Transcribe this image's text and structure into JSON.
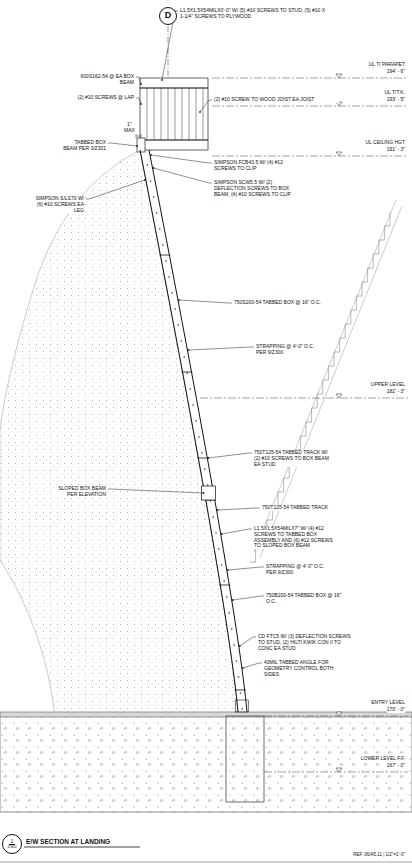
{
  "diagram": {
    "title": "E/W SECTION AT LANDING",
    "nodes": [
      {
        "text": [
          "D"
        ]
      },
      {
        "text": [
          "1",
          "Z300"
        ]
      }
    ],
    "labels": [
      "L1.5X1.5X54MILX0'-0\" W/ (5) #10 SCREWS TO STUD, (5) #10 X 1-1/4\" SCREWS TO PLYWOOD",
      "UL T/ PARAPET",
      "194' - 6\"",
      "UL T/T.K.",
      "193' - 5\"",
      "UL CEILING HGT",
      "191' - 3\"",
      "600S162-54 @ EA BOX BEAM",
      "(2) #10 SCREWS @ LAP",
      "(2) #10 SCREW TO WOOD JOIST EA JOIST",
      "1\"",
      "MAX",
      "TABBED BOX BEAM PER 3/Z301",
      "SIMPSON S/LS70 W/ (6) #10 SCREWS EA LEG",
      "SIMPSON FCB43.5 W/ (4) #12 SCREWS TO CLIP",
      "SIMPSON SCW5.5 W/ (2) DEFLECTION SCREWS TO BOX BEAM, (4) #10 SCREWS TO CLIP",
      "750S200-54 TABBED BOX @ 16\" O.C.",
      "STRAPPING @ 4'-0\" O.C. PER 9/Z300",
      "UPPER LEVEL",
      "182' - 3\"",
      "750T125-54 TABBED TRACK W/ (2) #10 SCREWS TO BOX BEAM EA STUD",
      "SLOPED BOX BEAM PER ELEVATION",
      "750T125-54 TABBED TRACK",
      "L1.5X1.5X54MILX7\" W/ (4) #12 SCREWS TO TABBED BOX ASSEMBLY AND (6) #12 SCREWS TO SLOPED BOX BEAM",
      "STRAPPING @ 4'-0\" O.C. PER 9/Z300",
      "750B200-54 TABBED BOX @ 16\" O.C.",
      "CD FTC5 W/ (3) DEFLECTION SCREWS TO STUD, (2) HILTI KWIK CON II TO CONC EA STUD",
      "43MIL TABBED ANGLE FOR GEOMETRY CONTROL BOTH SIDES",
      "ENTRY LEVEL",
      "170' - 0\"",
      "LOWER LEVEL F.F.",
      "167' - 0\"",
      "REF. 06/A5.11 | 1/2\"=1'-0\""
    ]
  }
}
